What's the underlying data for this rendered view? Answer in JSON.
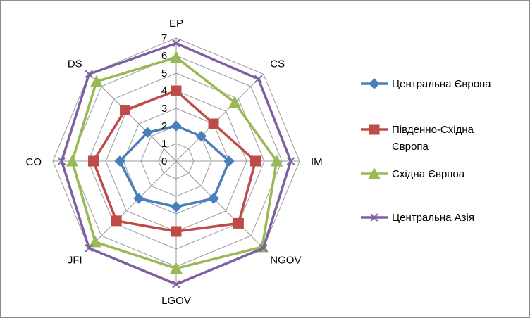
{
  "chart_data": {
    "type": "radar",
    "axes": [
      "EP",
      "CS",
      "IM",
      "NGOV",
      "LGOV",
      "JFI",
      "CO",
      "DS"
    ],
    "rlim": [
      0,
      7
    ],
    "ticks": [
      "0",
      "1",
      "2",
      "3",
      "4",
      "5",
      "6",
      "7"
    ],
    "grid": true,
    "legend_position": "right",
    "series": [
      {
        "name": "Центральна Європа",
        "color": "#4a7ebb",
        "marker": "diamond",
        "values": [
          2.0,
          2.0,
          3.0,
          3.0,
          2.6,
          3.0,
          3.2,
          2.3
        ]
      },
      {
        "name": "Південно-Східна Європа",
        "color": "#be4b48",
        "marker": "square",
        "values": [
          4.0,
          3.0,
          4.5,
          5.0,
          4.0,
          4.8,
          4.7,
          4.1
        ]
      },
      {
        "name": "Східна Єврпоа",
        "color": "#98b954",
        "marker": "triangle",
        "values": [
          5.9,
          4.7,
          5.7,
          6.9,
          6.1,
          6.5,
          5.9,
          6.4
        ]
      },
      {
        "name": "Центральна Азія",
        "color": "#7d60a0",
        "marker": "x",
        "values": [
          6.7,
          6.6,
          6.5,
          7.0,
          7.0,
          7.0,
          6.5,
          7.0
        ]
      }
    ]
  }
}
